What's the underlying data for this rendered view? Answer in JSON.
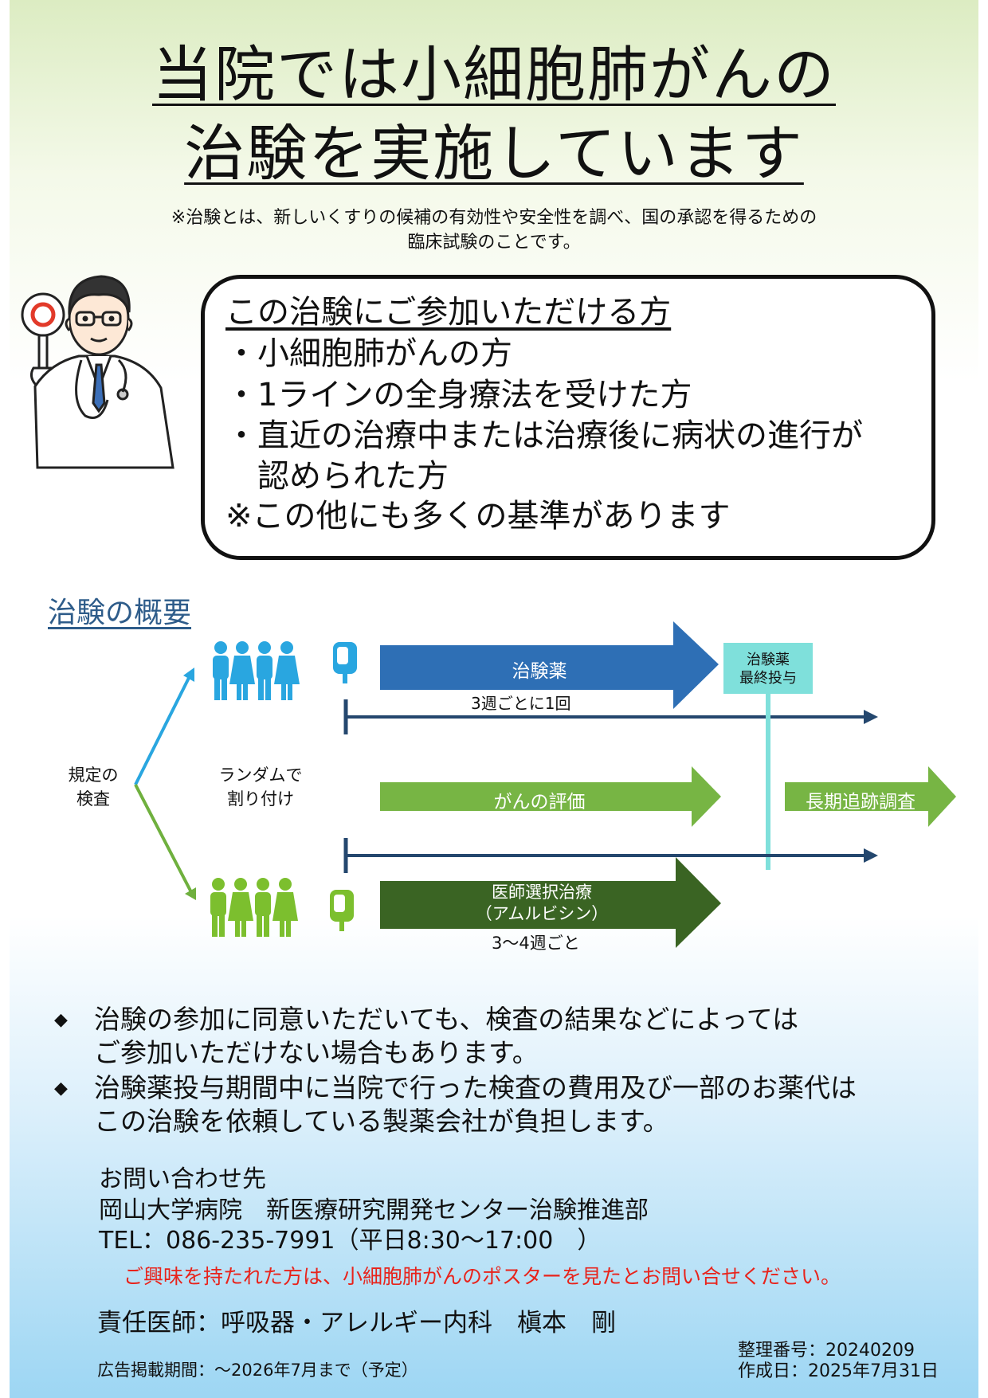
{
  "title": {
    "line1": "当院では小細胞肺がんの",
    "line2": "治験を実施しています"
  },
  "note": {
    "line1": "※治験とは、新しいくすりの候補の有効性や安全性を調べ、国の承認を得るための",
    "line2": "臨床試験のことです。"
  },
  "eligibility": {
    "heading": "この治験にご参加いただける方",
    "items": [
      "・小細胞肺がんの方",
      "・1ラインの全身療法を受けた方",
      "・直近の治療中または治療後に病状の進行が",
      "　認められた方"
    ],
    "footnote": "※この他にも多くの基準があります"
  },
  "overview": {
    "title": "治験の概要",
    "screening": [
      "規定の",
      "検査"
    ],
    "random": [
      "ランダムで",
      "割り付け"
    ],
    "drug_label": "治験薬",
    "drug_interval": "3週ごとに1回",
    "final_dose": [
      "治験薬",
      "最終投与"
    ],
    "evaluation": "がんの評価",
    "followup": "長期追跡調査",
    "control_label": [
      "医師選択治療",
      "（アムルビシン）"
    ],
    "control_interval": "3～4週ごと"
  },
  "bullets": [
    [
      "治験の参加に同意いただいても、検査の結果などによっては",
      "ご参加いただけない場合もあります。"
    ],
    [
      "治験薬投与期間中に当院で行った検査の費用及び一部のお薬代は",
      "この治験を依頼している製薬会社が負担します。"
    ]
  ],
  "contact": {
    "heading": "お問い合わせ先",
    "org": "岡山大学病院　新医療研究開発センター治験推進部",
    "tel": "TEL：086-235-7991（平日8:30～17:00　）",
    "notice": "ご興味を持たれた方は、小細胞肺がんのポスターを見たとお問い合せください。"
  },
  "responsible": "責任医師：呼吸器・アレルギー内科　槇本　剛",
  "ad_period": "広告掲載期間：～2026年7月まで（予定）",
  "ref_no": "整理番号：20240209",
  "created": "作成日：2025年7月31日",
  "colors": {
    "blue": "#2e6fb5",
    "green": "#77b544",
    "dark_green": "#3a6423",
    "navy": "#24476e",
    "teal": "#7fe0db",
    "red": "#e8231b"
  }
}
